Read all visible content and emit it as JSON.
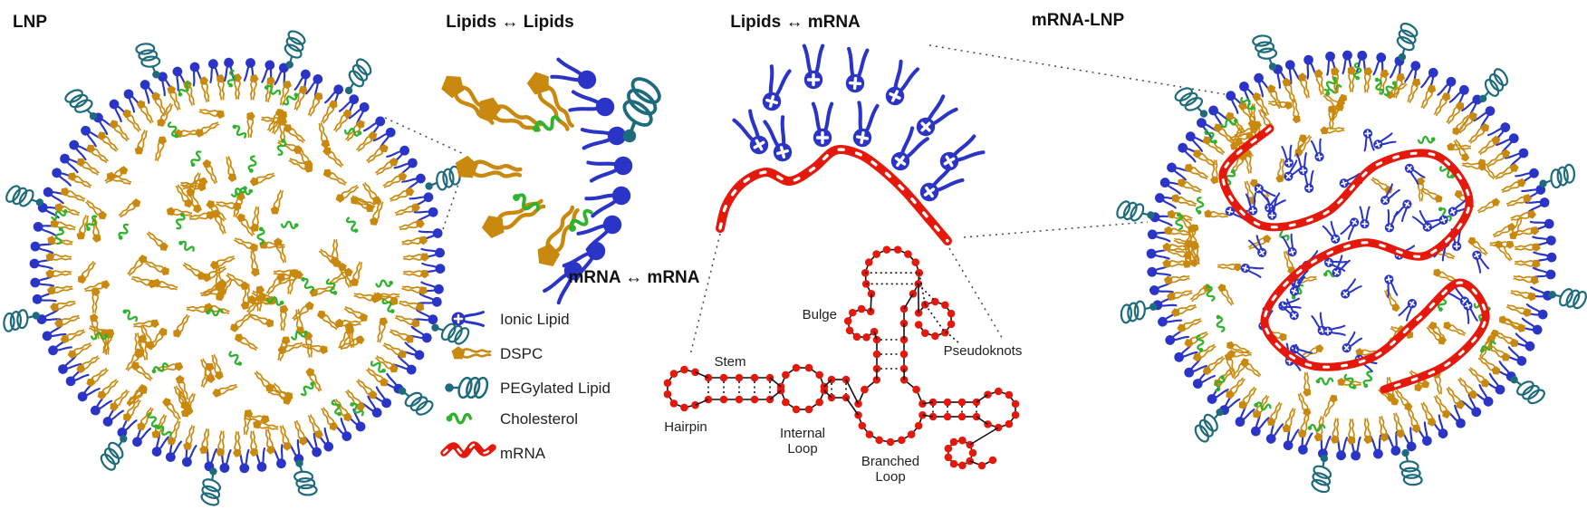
{
  "colors": {
    "dspc": "#C9890E",
    "ionic": "#2A35C8",
    "peg": "#1D6B7C",
    "cholesterol": "#2FB32F",
    "mrna": "#E4190C",
    "connector": "#444444"
  },
  "panels": {
    "lnp": {
      "title": "LNP"
    },
    "lipids_lipids": {
      "title": "Lipids ↔ Lipids"
    },
    "lipids_mrna": {
      "title": "Lipids ↔ mRNA"
    },
    "mrna_lnp": {
      "title": "mRNA-LNP"
    },
    "mrna_mrna": {
      "title": "mRNA ↔ mRNA"
    }
  },
  "legend": {
    "items": [
      {
        "id": "ionic-lipid",
        "label": "Ionic Lipid"
      },
      {
        "id": "dspc",
        "label": "DSPC"
      },
      {
        "id": "pegylated-lipid",
        "label": "PEGylated Lipid"
      },
      {
        "id": "cholesterol",
        "label": "Cholesterol"
      },
      {
        "id": "mrna",
        "label": "mRNA"
      }
    ]
  },
  "mrna_structure": {
    "labels": {
      "bulge": "Bulge",
      "stem": "Stem",
      "hairpin": "Hairpin",
      "internal_loop_line1": "Internal",
      "internal_loop_line2": "Loop",
      "branched_loop_line1": "Branched",
      "branched_loop_line2": "Loop",
      "pseudoknots": "Pseudoknots"
    }
  }
}
